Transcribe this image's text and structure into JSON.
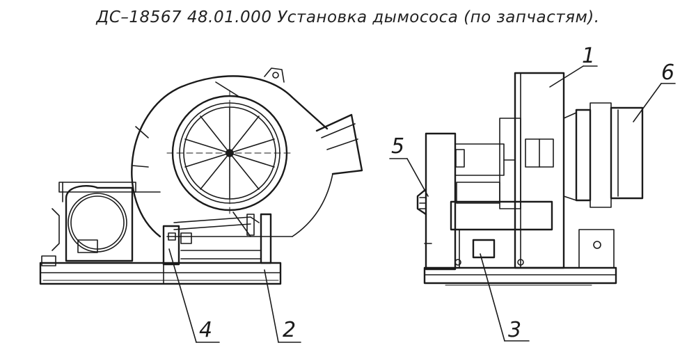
{
  "title": "ДС–18567  48.01.000  Установка дымососа (по запчастям).",
  "callouts": [
    {
      "id": "1",
      "label": "1"
    },
    {
      "id": "2",
      "label": "2"
    },
    {
      "id": "3",
      "label": "3"
    },
    {
      "id": "4",
      "label": "4"
    },
    {
      "id": "5",
      "label": "5"
    },
    {
      "id": "6",
      "label": "6"
    }
  ]
}
